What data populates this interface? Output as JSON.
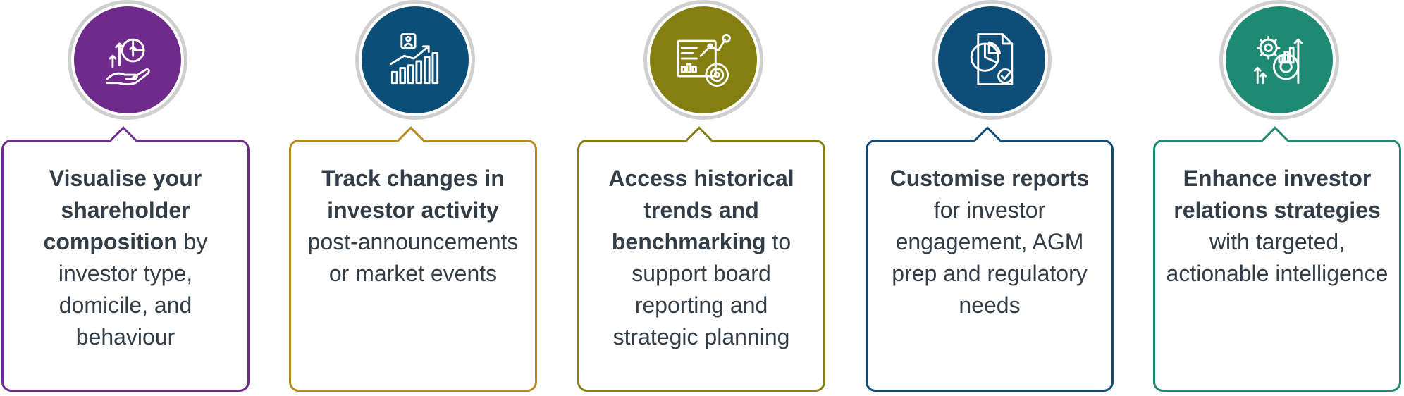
{
  "cards": [
    {
      "bold": "Visualise your shareholder composition",
      "rest": " by investor type, domicile, and behaviour",
      "icon": "hand-growth-chart-icon",
      "color": "#702a8c",
      "border": "#702a8c"
    },
    {
      "bold": "Track changes in investor activity",
      "rest": " post-announcements or market events",
      "icon": "bar-chart-trend-icon",
      "color": "#0b4f79",
      "border": "#b78a1e"
    },
    {
      "bold": "Access historical trends and benchmarking",
      "rest": " to support board reporting and strategic planning",
      "icon": "dashboard-analytics-icon",
      "color": "#847f10",
      "border": "#847f10"
    },
    {
      "bold": "Customise reports",
      "rest": " for investor engagement, AGM prep and regulatory needs",
      "icon": "report-pie-chart-icon",
      "color": "#0e4d78",
      "border": "#0e4d78"
    },
    {
      "bold": "Enhance investor relations strategies",
      "rest": " with targeted, actionable intelligence",
      "icon": "gear-growth-icon",
      "color": "#1f8a73",
      "border": "#1f8a73"
    }
  ]
}
